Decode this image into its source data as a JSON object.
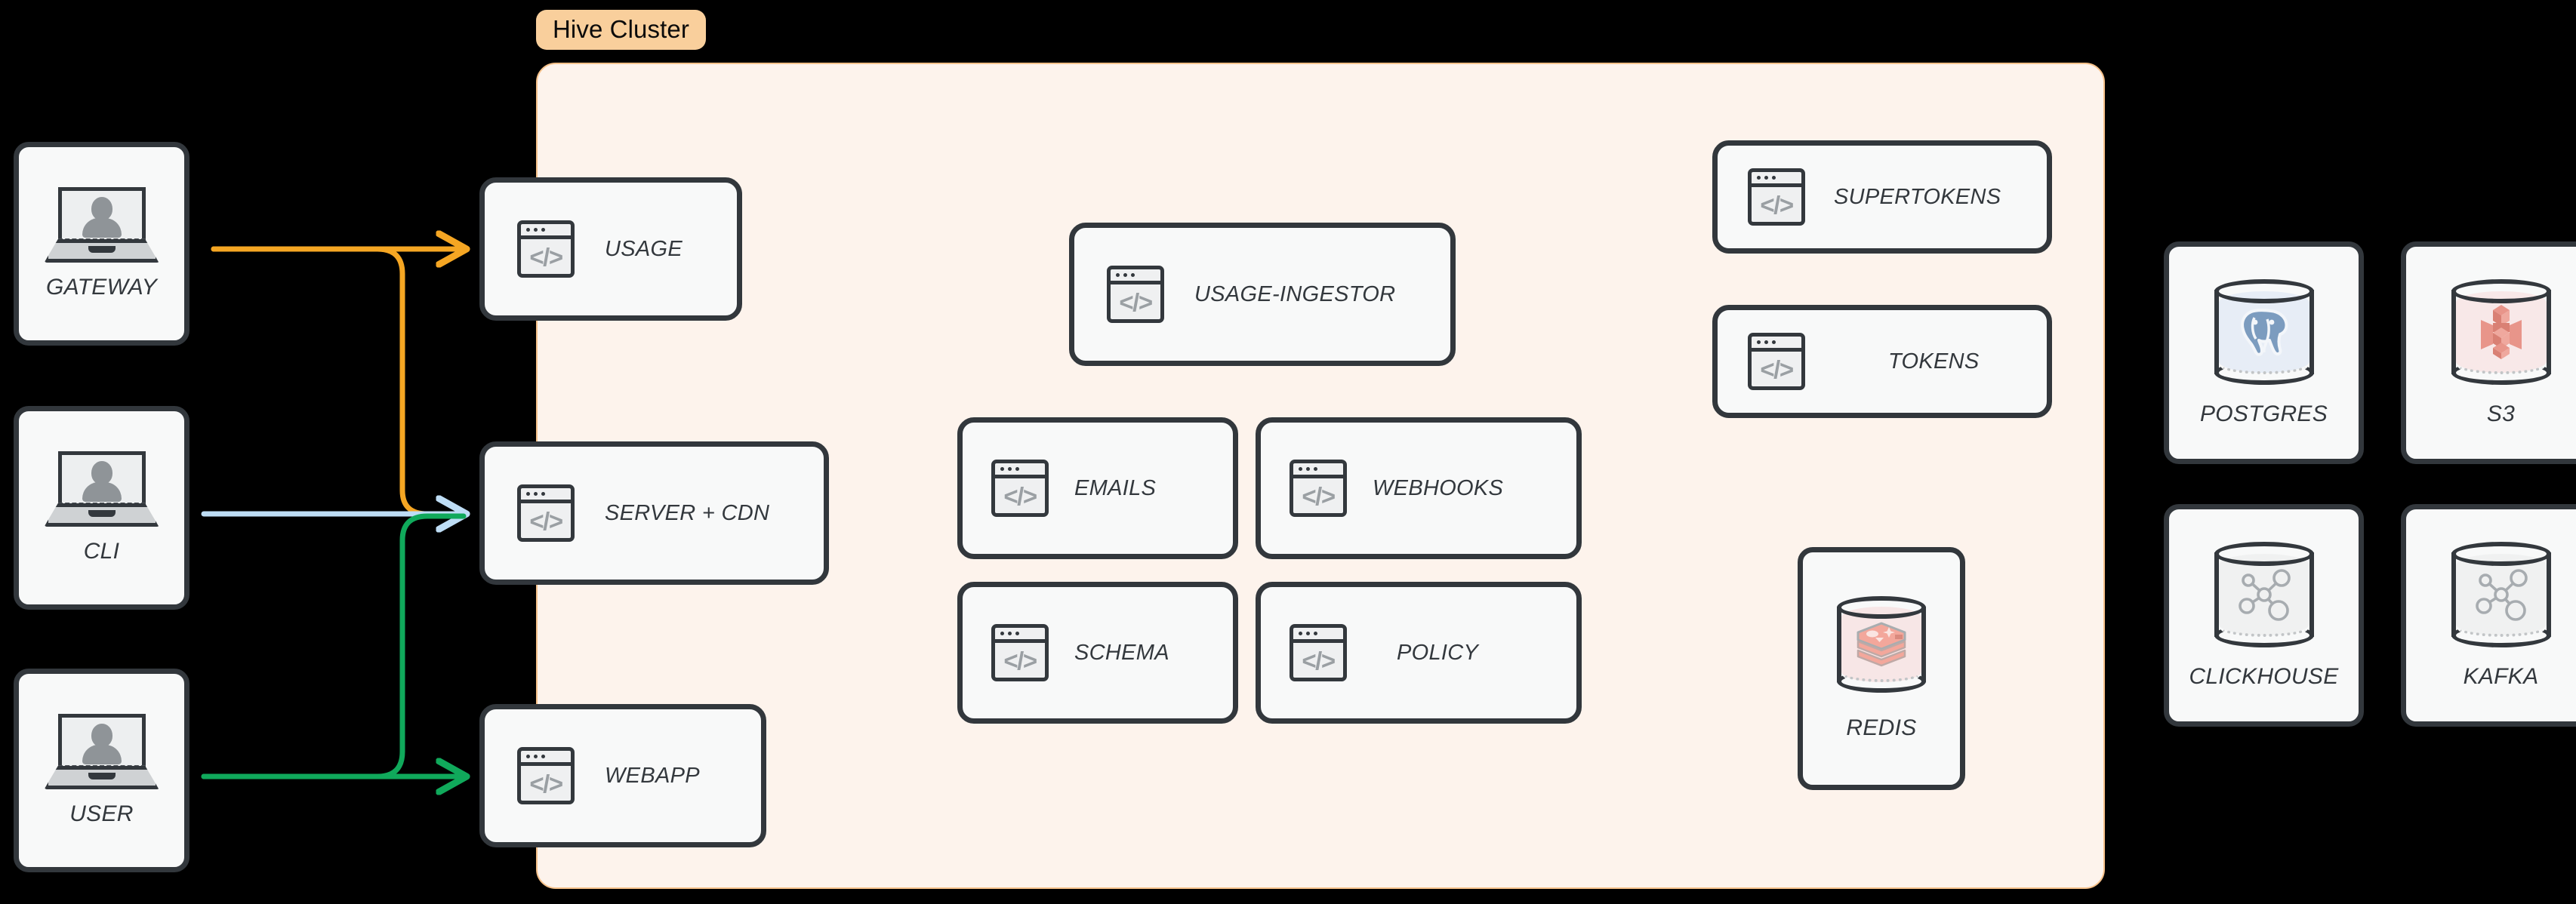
{
  "diagram": {
    "background_color": "#000000",
    "cluster": {
      "badge_label": "Hive Cluster",
      "badge_bg": "#F9CF9C",
      "panel_bg": "#FDF3EC",
      "panel_border": "#F6C18A"
    },
    "card_border_color": "#32373C",
    "card_bg": "#F8F9F9"
  },
  "clients": [
    {
      "label": "GATEWAY",
      "icon": "laptop-user-icon"
    },
    {
      "label": "CLI",
      "icon": "laptop-user-icon"
    },
    {
      "label": "USER",
      "icon": "laptop-user-icon"
    }
  ],
  "edge_services": [
    {
      "label": "USAGE",
      "icon": "code-window-icon"
    },
    {
      "label": "SERVER + CDN",
      "icon": "code-window-icon"
    },
    {
      "label": "WEBAPP",
      "icon": "code-window-icon"
    }
  ],
  "core_services": [
    {
      "label": "USAGE-INGESTOR",
      "icon": "code-window-icon"
    },
    {
      "label": "EMAILS",
      "icon": "code-window-icon"
    },
    {
      "label": "WEBHOOKS",
      "icon": "code-window-icon"
    },
    {
      "label": "SCHEMA",
      "icon": "code-window-icon"
    },
    {
      "label": "POLICY",
      "icon": "code-window-icon"
    }
  ],
  "auth_services": [
    {
      "label": "SUPERTOKENS",
      "icon": "code-window-icon"
    },
    {
      "label": "TOKENS",
      "icon": "code-window-icon"
    }
  ],
  "cluster_datastores": [
    {
      "label": "REDIS",
      "icon": "redis-cylinder-icon",
      "fill": "#F7E6E6",
      "accent": "#E99287"
    }
  ],
  "external_datastores": [
    {
      "label": "POSTGRES",
      "icon": "postgres-cylinder-icon",
      "fill": "#E7EDF6",
      "accent": "#7C9CBF"
    },
    {
      "label": "S3",
      "icon": "s3-cylinder-icon",
      "fill": "#F8E8E8",
      "accent": "#E08C80"
    },
    {
      "label": "CLICKHOUSE",
      "icon": "graph-cylinder-icon",
      "fill": "#F0F1F1",
      "accent": "#A7ACB0"
    },
    {
      "label": "KAFKA",
      "icon": "graph-cylinder-icon",
      "fill": "#F0F1F1",
      "accent": "#A7ACB0"
    }
  ],
  "connections": [
    {
      "from": "GATEWAY",
      "to": "USAGE",
      "color": "#F5A623",
      "name": "gateway-to-usage"
    },
    {
      "from": "GATEWAY",
      "to": "SERVER + CDN",
      "color": "#F5A623",
      "name": "gateway-to-server-cdn"
    },
    {
      "from": "CLI",
      "to": "SERVER + CDN",
      "color": "#BEDDF5",
      "name": "cli-to-server-cdn"
    },
    {
      "from": "USER",
      "to": "SERVER + CDN",
      "color": "#10A95B",
      "name": "user-to-server-cdn"
    },
    {
      "from": "USER",
      "to": "WEBAPP",
      "color": "#10A95B",
      "name": "user-to-webapp"
    }
  ],
  "icons": {
    "code_glyph": "</>"
  }
}
